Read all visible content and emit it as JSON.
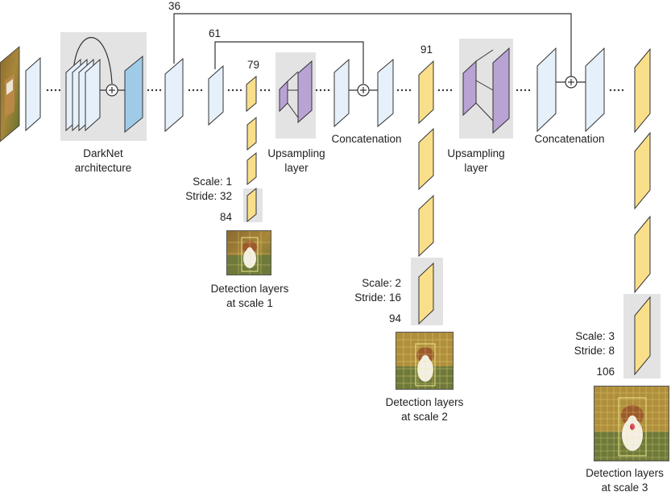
{
  "labels": {
    "skip_36": "36",
    "skip_61": "61",
    "layer_79": "79",
    "layer_91": "91",
    "layer_84": "84",
    "layer_94": "94",
    "layer_106": "106",
    "darknet_line1": "DarkNet",
    "darknet_line2": "architecture",
    "upsampling1_line1": "Upsampling",
    "upsampling1_line2": "layer",
    "upsampling2_line1": "Upsampling",
    "upsampling2_line2": "layer",
    "concat1": "Concatenation",
    "concat2": "Concatenation",
    "scale1_a": "Scale: 1",
    "scale1_b": "Stride: 32",
    "scale2_a": "Scale: 2",
    "scale2_b": "Stride: 16",
    "scale3_a": "Scale: 3",
    "scale3_b": "Stride: 8",
    "det1_line1": "Detection layers",
    "det1_line2": "at scale 1",
    "det2_line1": "Detection layers",
    "det2_line2": "at scale 2",
    "det3_line1": "Detection layers",
    "det3_line2": "at scale 3"
  },
  "colors": {
    "feature_map": "#e6f0fa",
    "darknet_block": "#9fcbe8",
    "detection_layer": "#f9df8a",
    "upsampling": "#b9a3d4",
    "highlight_box": "#e3e3e3",
    "line": "#333333"
  }
}
